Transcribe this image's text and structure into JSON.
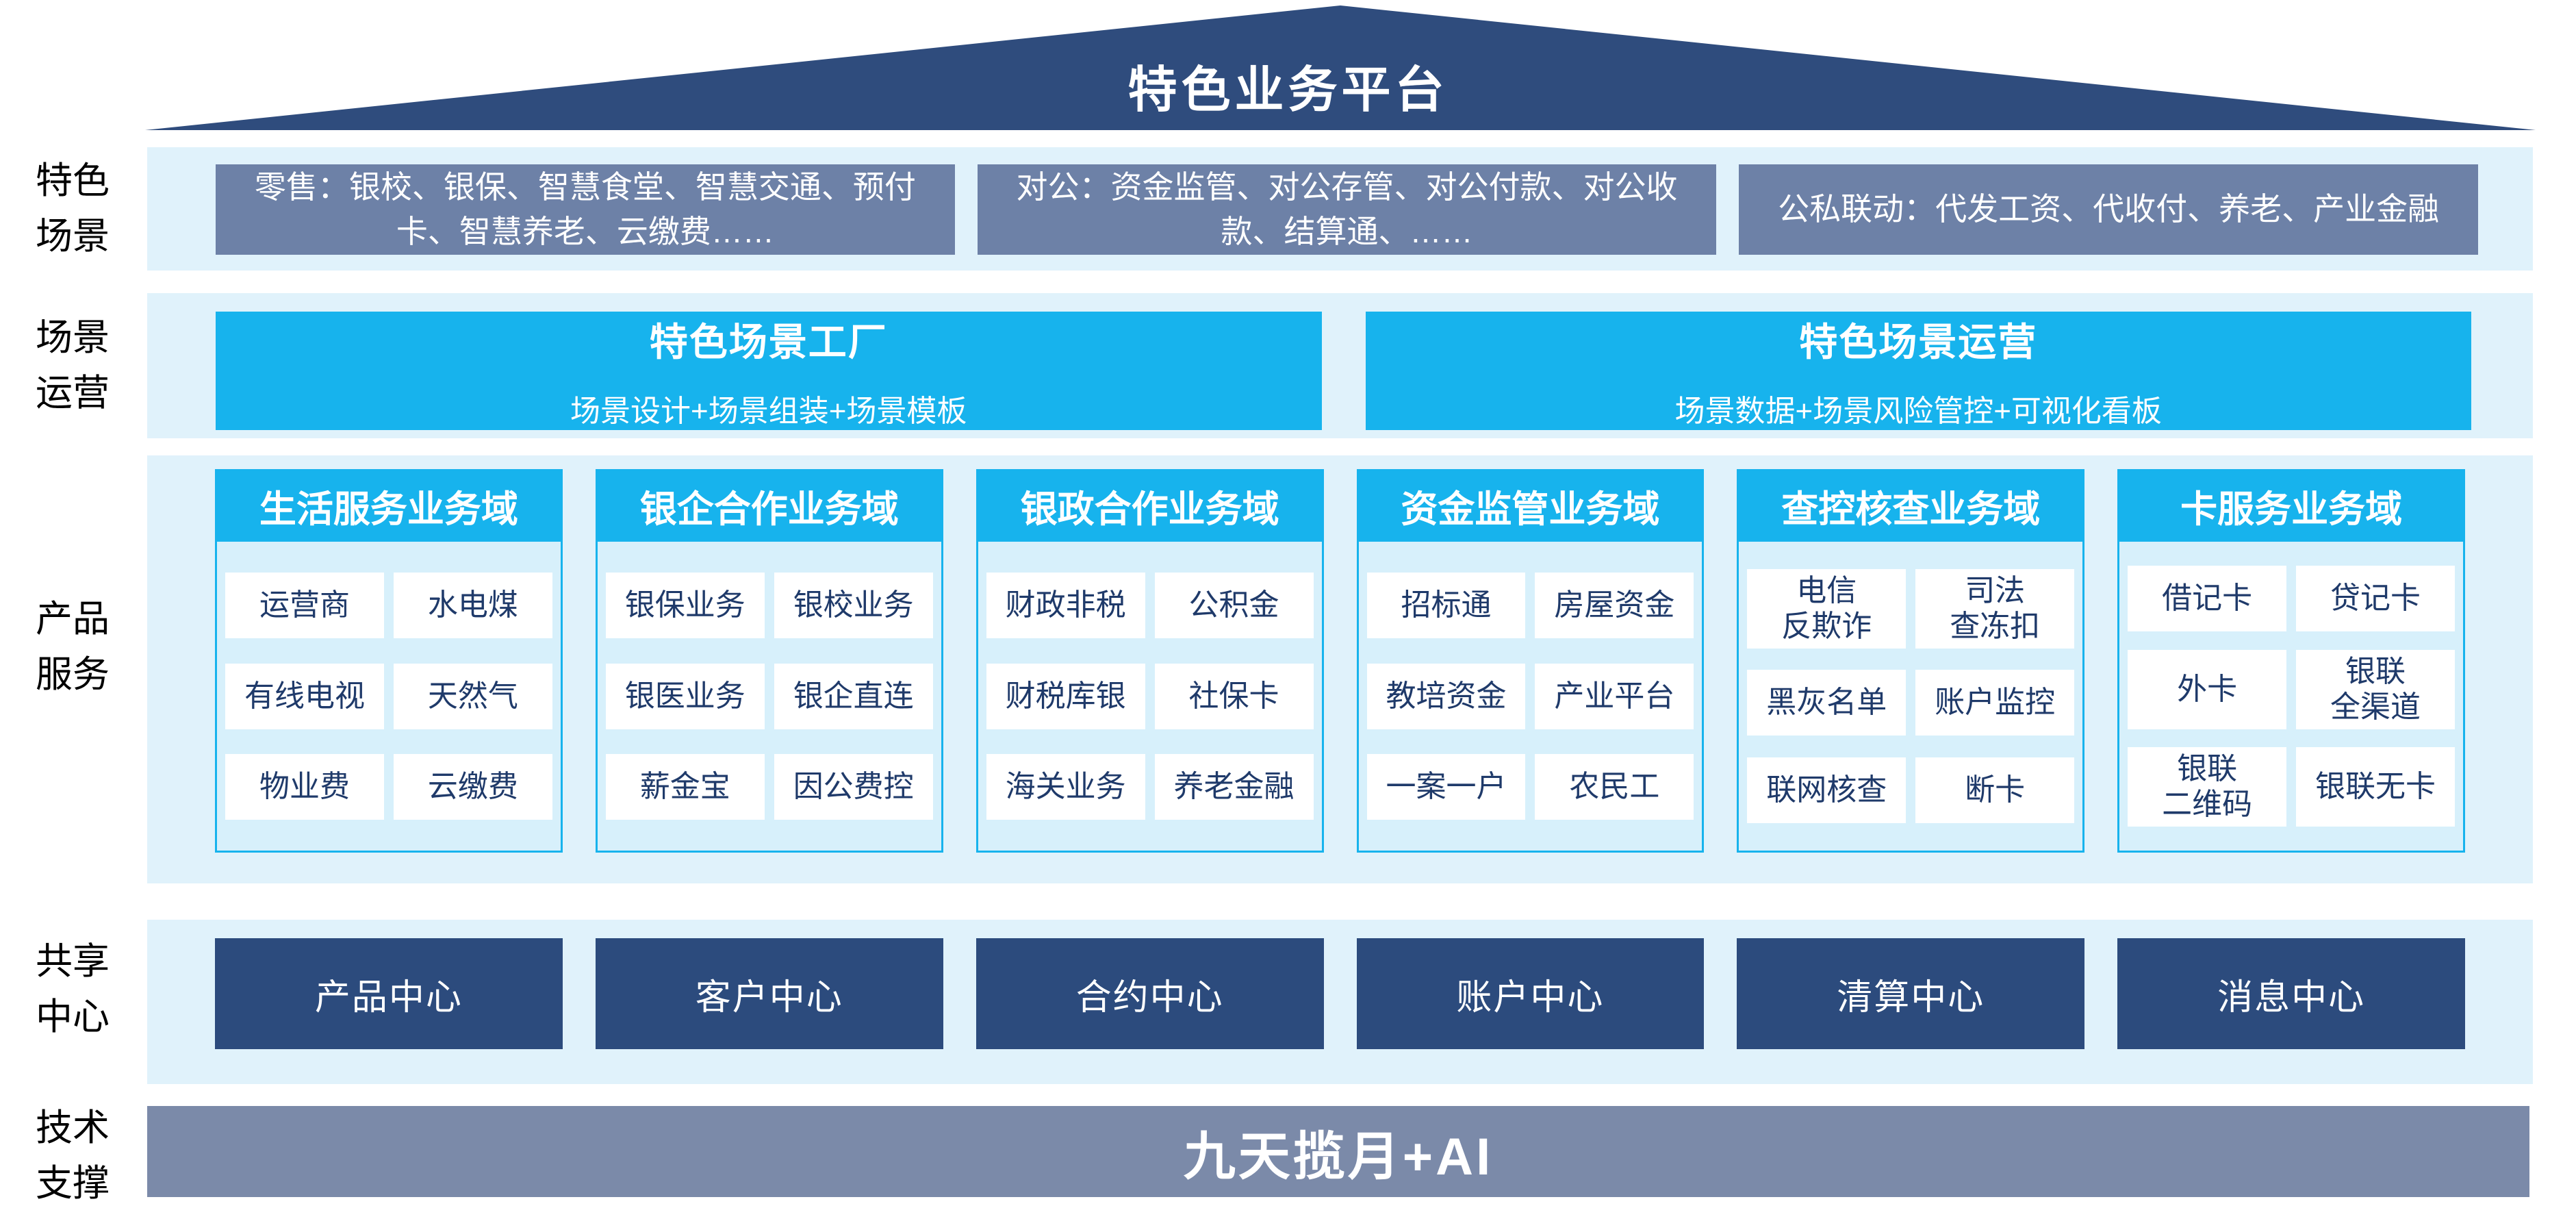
{
  "title": "特色业务平台",
  "colors": {
    "roof_navy": "#2F4C7D",
    "gray_blue": "#6D81A7",
    "cyan": "#17B3ED",
    "band_bg": "#E0F2FB",
    "col_body_bg": "#D7F0FB",
    "navy_text": "#1F3A6A",
    "center_navy": "#2C4B7D",
    "tech_bar": "#7B8AA9"
  },
  "side_labels": [
    "特色\n场景",
    "场景\n运营",
    "产品\n服务",
    "共享\n中心",
    "技术\n支撑"
  ],
  "scenario_row": {
    "boxes": [
      "零售：银校、银保、智慧食堂、智慧交通、预付卡、智慧养老、云缴费……",
      "对公：资金监管、对公存管、对公付款、对公收款、结算通、……",
      "公私联动：代发工资、代收付、养老、产业金融"
    ]
  },
  "operation_row": {
    "boxes": [
      {
        "title": "特色场景工厂",
        "subtitle": "场景设计+场景组装+场景模板"
      },
      {
        "title": "特色场景运营",
        "subtitle": "场景数据+场景风险管控+可视化看板"
      }
    ]
  },
  "product_row": {
    "columns": [
      {
        "header": "生活服务业务域",
        "items": [
          "运营商",
          "水电煤",
          "有线电视",
          "天然气",
          "物业费",
          "云缴费"
        ]
      },
      {
        "header": "银企合作业务域",
        "items": [
          "银保业务",
          "银校业务",
          "银医业务",
          "银企直连",
          "薪金宝",
          "因公费控"
        ]
      },
      {
        "header": "银政合作业务域",
        "items": [
          "财政非税",
          "公积金",
          "财税库银",
          "社保卡",
          "海关业务",
          "养老金融"
        ]
      },
      {
        "header": "资金监管业务域",
        "items": [
          "招标通",
          "房屋资金",
          "教培资金",
          "产业平台",
          "一案一户",
          "农民工"
        ]
      },
      {
        "header": "查控核查业务域",
        "items": [
          "电信\n反欺诈",
          "司法\n查冻扣",
          "黑灰名单",
          "账户监控",
          "联网核查",
          "断卡"
        ]
      },
      {
        "header": "卡服务业务域",
        "items": [
          "借记卡",
          "贷记卡",
          "外卡",
          "银联\n全渠道",
          "银联\n二维码",
          "银联无卡"
        ]
      }
    ]
  },
  "center_row": {
    "boxes": [
      "产品中心",
      "客户中心",
      "合约中心",
      "账户中心",
      "清算中心",
      "消息中心"
    ]
  },
  "tech_row": {
    "label": "九天揽月+AI"
  }
}
